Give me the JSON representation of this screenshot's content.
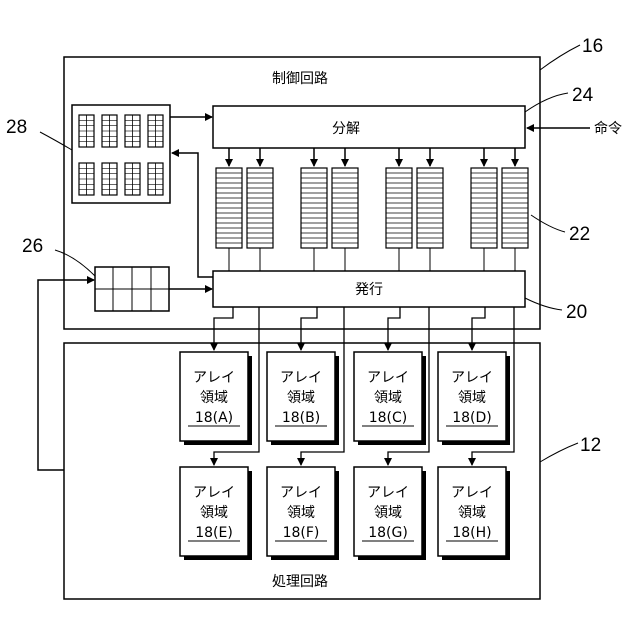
{
  "control_circuit": {
    "title": "制御回路",
    "ref": "16"
  },
  "processing_circuit": {
    "title": "処理回路",
    "ref": "12"
  },
  "decompose": {
    "label": "分解",
    "ref": "24"
  },
  "issue": {
    "label": "発行",
    "ref": "20"
  },
  "queues": {
    "ref": "22"
  },
  "register_table": {
    "ref": "26"
  },
  "buffer_grid": {
    "ref": "28"
  },
  "command": {
    "label": "命令"
  },
  "array_regions": [
    {
      "line1": "アレイ",
      "line2": "領域",
      "line3": "18(A)"
    },
    {
      "line1": "アレイ",
      "line2": "領域",
      "line3": "18(B)"
    },
    {
      "line1": "アレイ",
      "line2": "領域",
      "line3": "18(C)"
    },
    {
      "line1": "アレイ",
      "line2": "領域",
      "line3": "18(D)"
    },
    {
      "line1": "アレイ",
      "line2": "領域",
      "line3": "18(E)"
    },
    {
      "line1": "アレイ",
      "line2": "領域",
      "line3": "18(F)"
    },
    {
      "line1": "アレイ",
      "line2": "領域",
      "line3": "18(G)"
    },
    {
      "line1": "アレイ",
      "line2": "領域",
      "line3": "18(H)"
    }
  ]
}
